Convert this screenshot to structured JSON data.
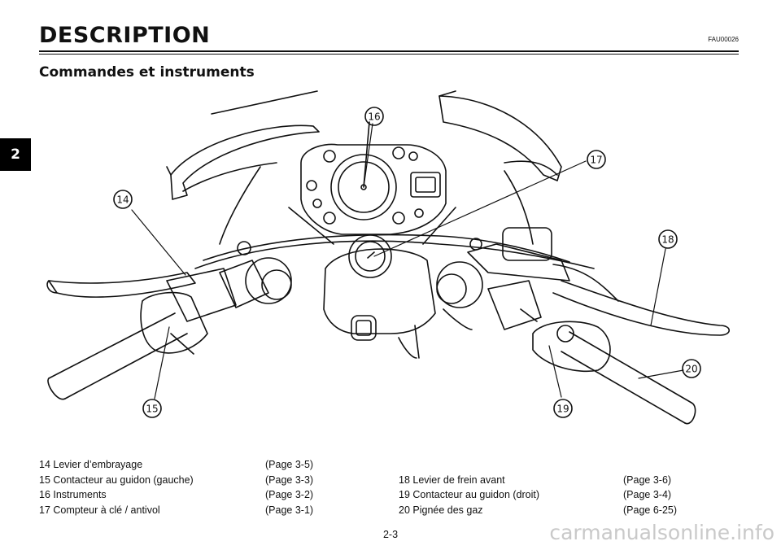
{
  "header": {
    "title": "DESCRIPTION",
    "code": "FAU00026"
  },
  "subtitle": "Commandes et instruments",
  "side_tab": "2",
  "callouts": [
    "14",
    "15",
    "16",
    "17",
    "18",
    "19",
    "20"
  ],
  "legend_left": [
    {
      "label": "14 Levier d’embrayage",
      "ref": "(Page 3-5)"
    },
    {
      "label": "15 Contacteur au guidon (gauche)",
      "ref": "(Page 3-3)"
    },
    {
      "label": "16 Instruments",
      "ref": "(Page 3-2)"
    },
    {
      "label": "17 Compteur à clé / antivol",
      "ref": "(Page 3-1)"
    }
  ],
  "legend_right": [
    {
      "label": "18 Levier de frein avant",
      "ref": "(Page 3-6)"
    },
    {
      "label": "19 Contacteur au guidon (droit)",
      "ref": "(Page 3-4)"
    },
    {
      "label": "20 Pignée des gaz",
      "ref": "(Page 6-25)"
    }
  ],
  "page_number": "2-3",
  "watermark": "carmanualsonline.info"
}
